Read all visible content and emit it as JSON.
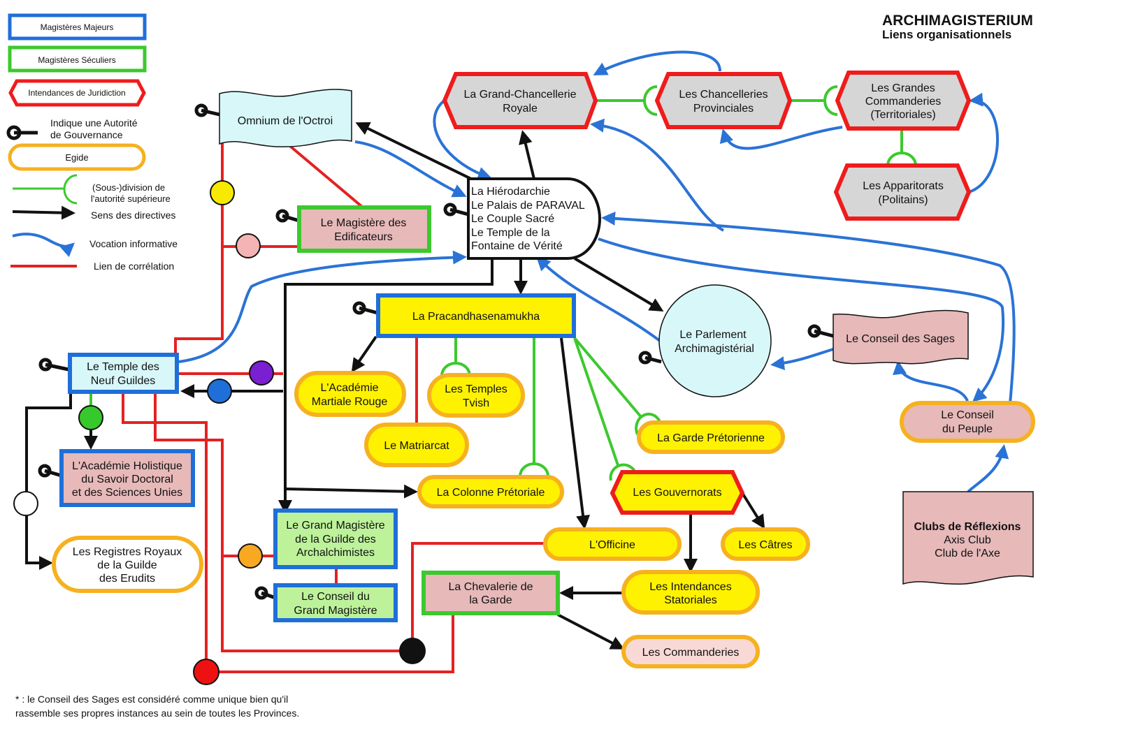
{
  "title": {
    "main": "ARCHIMAGISTERIUM",
    "sub": "Liens organisationnels"
  },
  "legend": {
    "majeurs": "Magistères Majeurs",
    "seculiers": "Magistères Séculiers",
    "intendances": "Intendances de Juridiction",
    "autorite_line1": "Indique une Autorité",
    "autorite_line2": "de Gouvernance",
    "egide": "Egide",
    "subdivision_line1": "(Sous-)division de",
    "subdivision_line2": "l'autorité supérieure",
    "directives": "Sens des directives",
    "vocation": "Vocation informative",
    "correlation": "Lien de corrélation"
  },
  "nodes": {
    "grand_chancellerie": [
      "La Grand-Chancellerie",
      "Royale"
    ],
    "chancelleries": [
      "Les Chancelleries",
      "Provinciales"
    ],
    "grandes_commanderies": [
      "Les Grandes",
      "Commanderies",
      "(Territoriales)"
    ],
    "apparitorats": [
      "Les Apparitorats",
      "(Politains)"
    ],
    "omnium": [
      "Omnium de l'Octroi"
    ],
    "hierodarchie": [
      "La Hiérodarchie",
      "Le Palais de PARAVAL",
      "Le Couple Sacré",
      "Le Temple de la",
      "Fontaine de Vérité"
    ],
    "edificateurs": [
      "Le Magistère des",
      "Edificateurs"
    ],
    "pracandha": [
      "La Pracandhasenamukha"
    ],
    "parlement": [
      "Le Parlement",
      "Archimagistérial"
    ],
    "conseil_sages": [
      "Le Conseil des Sages"
    ],
    "temple_guildes": [
      "Le Temple des",
      "Neuf Guildes"
    ],
    "academie_martiale": [
      "L'Académie",
      "Martiale Rouge"
    ],
    "temples_tvish": [
      "Les Temples",
      "Tvish"
    ],
    "matriarcat": [
      "Le Matriarcat"
    ],
    "garde_pretorienne": [
      "La Garde Prétorienne"
    ],
    "conseil_peuple": [
      "Le Conseil",
      "du Peuple"
    ],
    "academie_holistique": [
      "L'Académie Holistique",
      "du Savoir Doctoral",
      "et des Sciences Unies"
    ],
    "colonne_pretoriale": [
      "La Colonne Prétoriale"
    ],
    "gouvernorats": [
      "Les Gouvernorats"
    ],
    "registres": [
      "Les Registres Royaux",
      "de la Guilde",
      "des Erudits"
    ],
    "grand_magistere": [
      "Le Grand Magistère",
      "de la Guilde des",
      "Archalchimistes"
    ],
    "officine": [
      "L'Officine"
    ],
    "catres": [
      "Les Câtres"
    ],
    "clubs": [
      "Clubs de Réflexions",
      "Axis Club",
      "Club de l'Axe"
    ],
    "chevalerie": [
      "La Chevalerie de",
      "la Garde"
    ],
    "intendances_stat": [
      "Les Intendances",
      "Statoriales"
    ],
    "conseil_grand_magistere": [
      "Le Conseil du",
      "Grand Magistère"
    ],
    "commanderies": [
      "Les Commanderies"
    ]
  },
  "footnote": [
    "* : le Conseil des Sages est considéré comme unique bien qu'il",
    "rassemble ses propres instances au sein de toutes les Provinces."
  ],
  "colors": {
    "majeur_border": "#1f6fd9",
    "seculier_border": "#3cc92e",
    "intendance_border": "#ee1c1c",
    "egide_border": "#f6b11f",
    "directive": "#111111",
    "vocation": "#2a73d6",
    "correlation": "#e32222",
    "fill_yellow": "#fff200",
    "fill_pink": "#e7b9b9",
    "fill_cyan": "#d8f7f9",
    "fill_green": "#bdf29b",
    "fill_grey": "#d6d6d6"
  }
}
